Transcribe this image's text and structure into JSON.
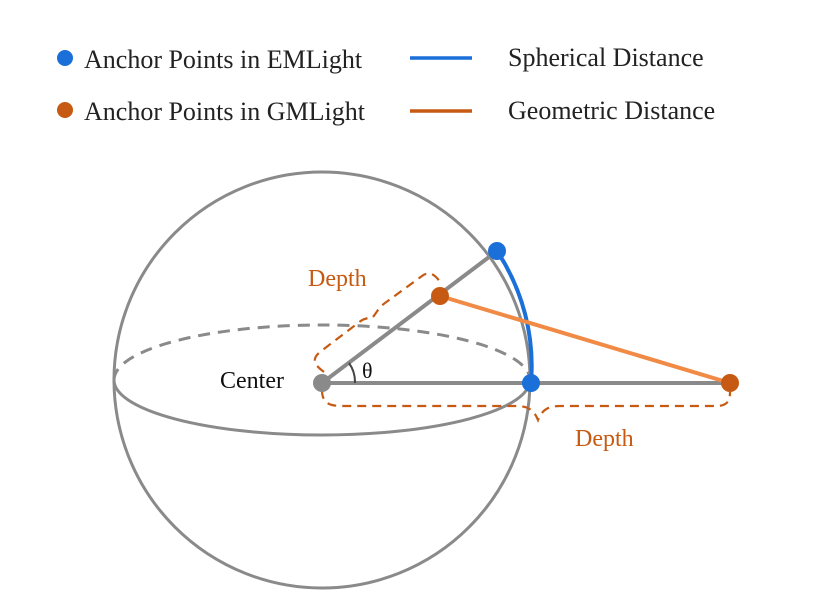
{
  "legend": {
    "items": [
      {
        "label": "Anchor Points in EMLight",
        "color": "#1a6fd8",
        "kind": "dot"
      },
      {
        "label": "Anchor Points in GMLight",
        "color": "#c65a12",
        "kind": "dot"
      },
      {
        "label": "Spherical Distance",
        "color": "#1a6fd8",
        "kind": "line"
      },
      {
        "label": "Geometric Distance",
        "color": "#e87a35",
        "kind": "line"
      }
    ]
  },
  "diagram": {
    "center_label": "Center",
    "angle_label": "θ",
    "depth_label_upper": "Depth",
    "depth_label_lower": "Depth"
  },
  "colors": {
    "sphere": "#8a8a8a",
    "em_anchor": "#1a6fd8",
    "gm_anchor": "#c65a12",
    "geometric_line": "#f08a45",
    "depth_text": "#c65a12",
    "center_dot": "#8a8a8a"
  }
}
